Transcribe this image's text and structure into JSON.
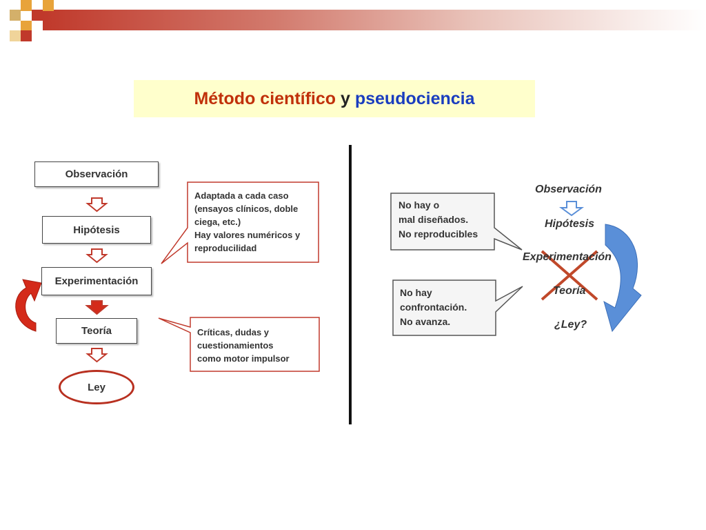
{
  "title": {
    "part1": "Método científico",
    "part2": " y ",
    "part3": "pseudociencia"
  },
  "colors": {
    "title_red": "#c0300a",
    "title_blue": "#1a3dbf",
    "title_background": "#ffffcc",
    "arrow_red": "#c0392b",
    "arrow_blue": "#5a8fd8",
    "cross_red": "#c0482a"
  },
  "left_flow": {
    "steps": [
      "Observación",
      "Hipótesis",
      "Experimentación",
      "Teoría",
      "Ley"
    ],
    "callout_1": [
      "Adaptada a cada caso",
      "(ensayos clínicos, doble",
      "ciega, etc.)",
      "Hay valores numéricos y",
      "reproducilidad"
    ],
    "callout_2": [
      "Críticas, dudas y",
      "cuestionamientos",
      "como motor impulsor"
    ]
  },
  "right_flow": {
    "steps": [
      "Observación",
      "Hipótesis",
      "Experimentación",
      "Teoría",
      "¿Ley?"
    ],
    "callout_1": [
      "No hay o",
      "mal diseñados.",
      "No reproducibles"
    ],
    "callout_2": [
      "No hay",
      "confrontación.",
      "No avanza."
    ]
  },
  "icons": [
    "down-arrow-icon",
    "feedback-arrow-icon",
    "cross-icon",
    "curved-arrow-icon"
  ]
}
